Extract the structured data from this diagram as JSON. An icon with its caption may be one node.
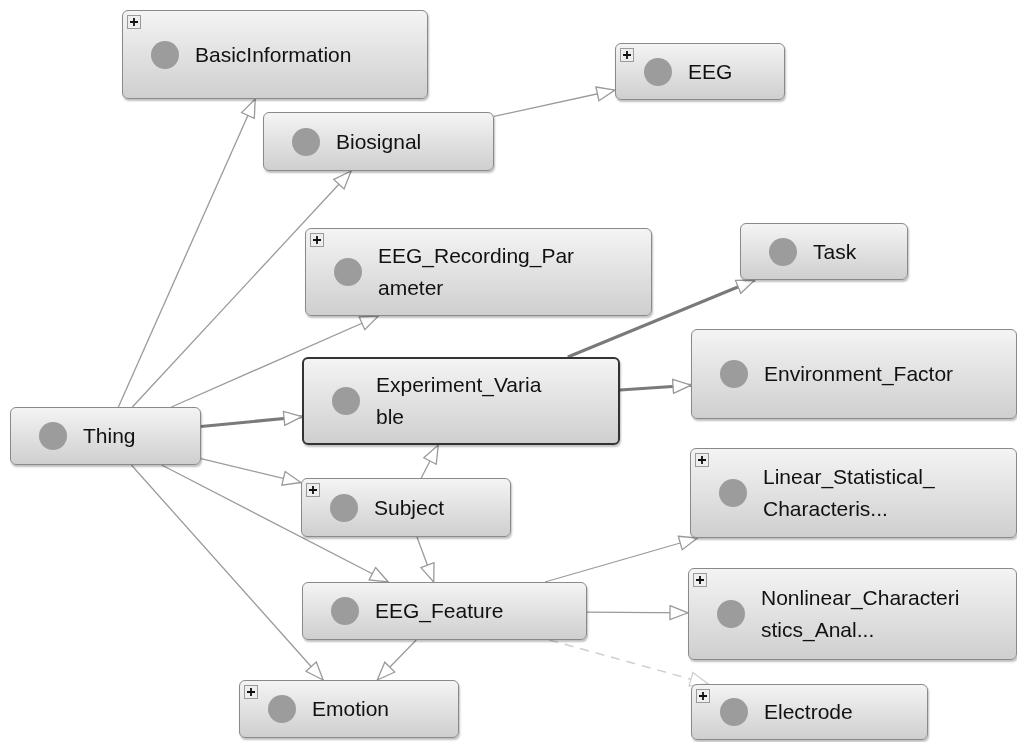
{
  "diagram": {
    "nodes": [
      {
        "text": [
          "BasicInformation"
        ]
      },
      {
        "text": [
          "Biosignal"
        ]
      },
      {
        "text": [
          "EEG"
        ]
      },
      {
        "text": [
          "EEG_Recording_Parameter"
        ]
      },
      {
        "text": [
          "Task"
        ]
      },
      {
        "text": [
          "Thing"
        ]
      },
      {
        "text": [
          "Experiment_Variable"
        ]
      },
      {
        "text": [
          "Environment_Factor"
        ]
      },
      {
        "text": [
          "Subject"
        ]
      },
      {
        "text": [
          "Linear_Statistical_Characteris..."
        ]
      },
      {
        "text": [
          "EEG_Feature"
        ]
      },
      {
        "text": [
          "Nonlinear_Characteristics_Anal..."
        ]
      },
      {
        "text": [
          "Emotion"
        ]
      },
      {
        "text": [
          "Electrode"
        ]
      }
    ],
    "edges": [
      {
        "from": 5,
        "to": 0,
        "arrow": "to"
      },
      {
        "from": 5,
        "to": 1,
        "arrow": "to"
      },
      {
        "from": 1,
        "to": 2,
        "arrow": "to"
      },
      {
        "from": 5,
        "to": 3,
        "arrow": "to"
      },
      {
        "from": 5,
        "to": 6,
        "arrow": "to",
        "style": "thick"
      },
      {
        "from": 6,
        "to": 4,
        "arrow": "to",
        "style": "thick"
      },
      {
        "from": 6,
        "to": 7,
        "arrow": "to",
        "style": "thick"
      },
      {
        "from": 5,
        "to": 8,
        "arrow": "to"
      },
      {
        "from": 8,
        "to": 6,
        "arrow": "to"
      },
      {
        "from": 5,
        "to": 10,
        "arrow": "to"
      },
      {
        "from": 8,
        "to": 10,
        "arrow": "to"
      },
      {
        "from": 5,
        "to": 12,
        "arrow": "to"
      },
      {
        "from": 10,
        "to": 12,
        "arrow": "to"
      },
      {
        "from": 10,
        "to": 9,
        "arrow": "to"
      },
      {
        "from": 10,
        "to": 11,
        "arrow": "to"
      },
      {
        "from": 10,
        "to": 13,
        "arrow": "to",
        "style": "dashed",
        "color": "#cfcfcf"
      }
    ]
  }
}
